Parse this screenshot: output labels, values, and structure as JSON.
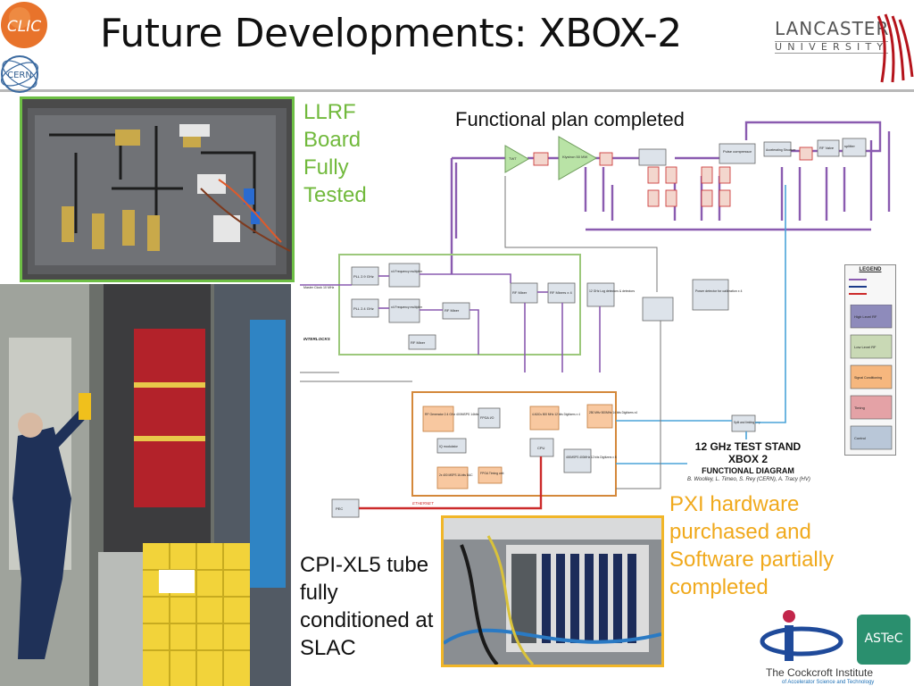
{
  "slide": {
    "title": "Future Developments: XBOX-2"
  },
  "logos": {
    "clic": "CLIC",
    "cern": "CERN",
    "lancaster_line1": "LANCASTER",
    "lancaster_line2": "UNIVERSITY",
    "cockcroft": "The Cockcroft Institute",
    "cockcroft_sub": "of Accelerator Science and Technology",
    "astec": "ASTeC"
  },
  "captions": {
    "llrf": "LLRF Board Fully Tested",
    "plan": "Functional plan completed",
    "pxi": "PXI hardware purchased and Software partially completed",
    "cpi": "CPI-XL5 tube fully conditioned at SLAC"
  },
  "diagram": {
    "stand_title1": "12 GHz TEST STAND",
    "stand_title2": "XBOX 2",
    "stand_title3": "FUNCTIONAL DIAGRAM",
    "stand_authors": "B. Woolley, L. Timeo, S. Rey (CERN), A. Tracy (HV)",
    "legend_title": "LEGEND",
    "legend_rows": [
      "High Level RF",
      "Low Level RF",
      "Signal Conditioning",
      "Timing",
      "Control"
    ],
    "blocks": {
      "pll1": "PLL 2.9 GHz",
      "pll2": "PLL 2.4 GHz",
      "mult1": "x4 Frequency multiplier",
      "mult2": "x4 Frequency multiplier",
      "mixer1": "RF Mixer",
      "mixer2": "RF Mixer",
      "mixer3": "RF Mixer",
      "mixers4": "RF Mixers x 4",
      "logdet": "12 GHz Log detectors & detectors",
      "rfgen": "RF Generator 2.4 GHz 400MSPS 14bits",
      "fpga1": "FPGA I/O",
      "adc1": "4 ADCs 500 MHz 12 bits Digitizers x 4",
      "adc2": "250 MHz 500MHz 14 bits Digitizers x4",
      "iqmod": "IQ modulator",
      "dac": "2x 400 MSPS 16-bits DAC",
      "fpga2": "FPGA Timing unit",
      "cpu": "CPU",
      "adc3": "400MSPS 400MHz 12 bits Digitizers x 8",
      "pc": "PEC",
      "splitter": "Split and limiting amp",
      "twt": "TWT",
      "klystron": "Klystron 50 MW",
      "pulse": "Pulse compressor",
      "accel": "Accelerating Structure",
      "rfvalve": "RF Valve",
      "splitter2": "splitter",
      "powerdet": "Power detector for calibration x 4",
      "ethernet": "ETHERNET",
      "interlocks": "INTERLOCKS",
      "masterclock": "Master Clock 10 MHz"
    }
  },
  "colors": {
    "llrf_green": "#71b93c",
    "pxi_orange": "#f0a91c",
    "rf_purple": "#8a5bb0",
    "timing_orange": "#d4883a",
    "control_blue": "#4aa3d8",
    "ethernet_red": "#cc2a2a",
    "llrf_box_green": "#9cc87b"
  }
}
